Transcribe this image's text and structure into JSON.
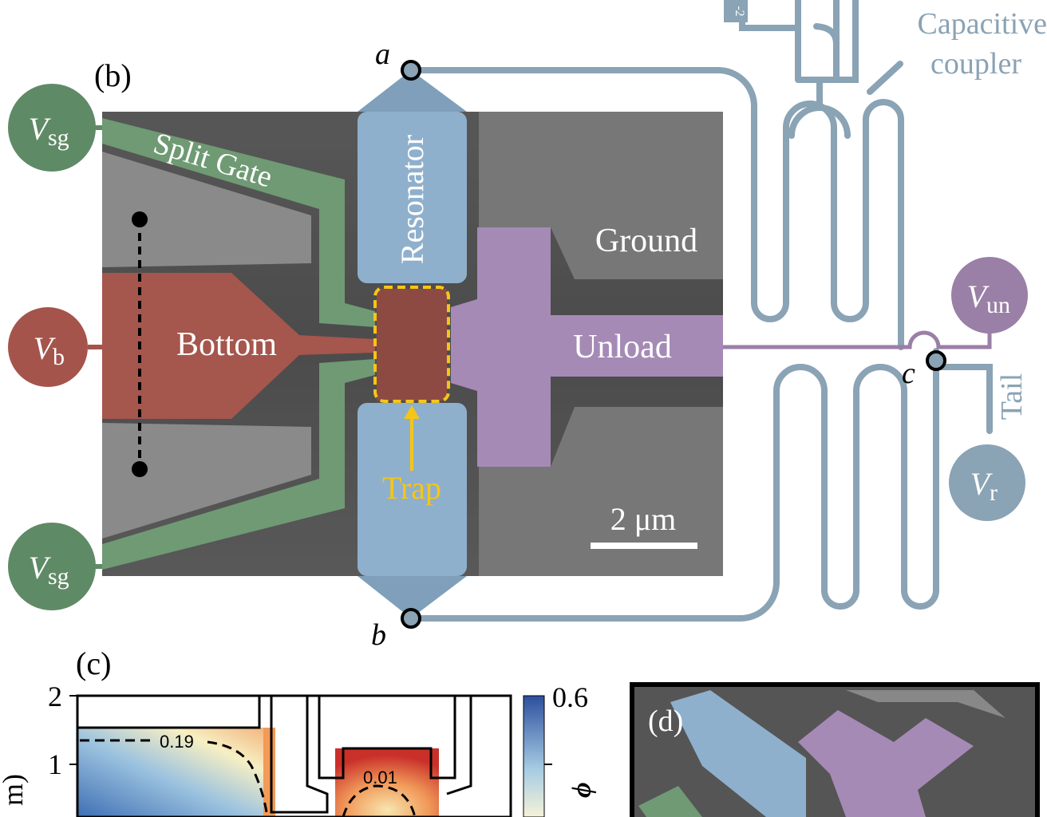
{
  "panel_b": {
    "label": "(b)",
    "regions": {
      "split_gate": "Split Gate",
      "resonator": "Resonator",
      "ground": "Ground",
      "bottom": "Bottom",
      "unload": "Unload",
      "trap": "Trap"
    },
    "scale_bar": "2 μm",
    "nodes": {
      "a": "a",
      "b": "b",
      "c": "c"
    },
    "voltages": {
      "vsg_top": {
        "main": "V",
        "sub": "sg"
      },
      "vb": {
        "main": "V",
        "sub": "b"
      },
      "vsg_bottom": {
        "main": "V",
        "sub": "sg"
      },
      "vun": {
        "main": "V",
        "sub": "un"
      },
      "vr": {
        "main": "V",
        "sub": "r"
      }
    },
    "tail_label": "Tail",
    "coupler_label_1": "Capacitive",
    "coupler_label_2": "coupler",
    "box_label": "-2",
    "colors": {
      "split_gate": "#6f9a74",
      "bottom": "#a5564d",
      "resonator": "#8fb0cc",
      "unload": "#a58ab6",
      "trap": "#f5c518",
      "circuit": "#8aa3b5",
      "vsg_circle": "#5f8a66",
      "vb_circle": "#a5544c",
      "vun_circle": "#9a7fa6",
      "vr_circle": "#8aa3b5"
    }
  },
  "panel_c": {
    "label": "(c)",
    "y_ticks": [
      "2",
      "1"
    ],
    "y_label_fragment": "m)",
    "contours": [
      "0.19",
      "0.01"
    ],
    "colorbar_max": "0.6",
    "colorbar_label": "ϕ"
  },
  "panel_d": {
    "label": "(d)"
  }
}
